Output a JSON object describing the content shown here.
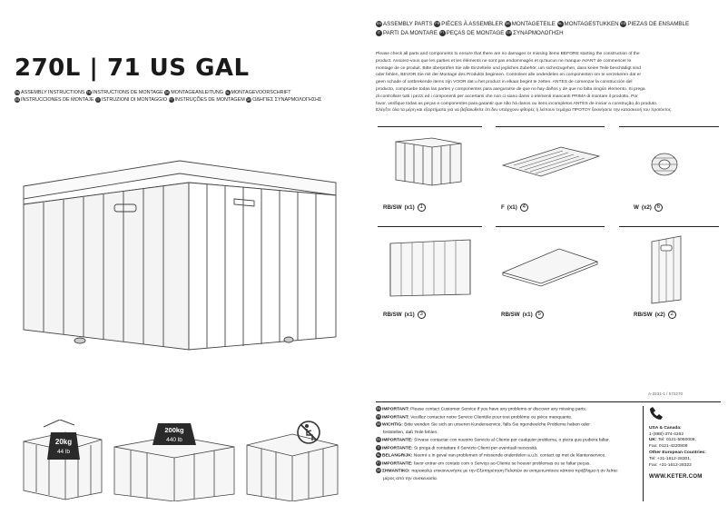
{
  "title": "270L | 71 US GAL",
  "assembly_instructions": [
    [
      {
        "code": "EN",
        "text": "ASSEMBLY INSTRUCTIONS"
      },
      {
        "code": "FR",
        "text": "INSTRUCTIONS DE MONTAGE"
      },
      {
        "code": "DE",
        "text": "MONTAGEANLEITUNG"
      },
      {
        "code": "NL",
        "text": "MONTAGEVOORSCHRIFT"
      }
    ],
    [
      {
        "code": "ES",
        "text": "INSTRUCCIONES DE MONTAJE"
      },
      {
        "code": "IT",
        "text": "ISTRUZIONI DI MONTAGGIO"
      },
      {
        "code": "PT",
        "text": "INSTRUÇÕES DE MONTAGEM"
      },
      {
        "code": "GR",
        "text": "ΟΔΗΓΙΕΣ ΣΥΝΑΡΜΟΛΟΓΗΣΗΣ"
      }
    ]
  ],
  "parts_header": [
    [
      {
        "code": "EN",
        "text": "ASSEMBLY PARTS"
      },
      {
        "code": "FR",
        "text": "PIÈCES À ASSEMBLER"
      },
      {
        "code": "DE",
        "text": "MONTAGETEILE"
      },
      {
        "code": "NL",
        "text": "MONTAGESTUKKEN"
      },
      {
        "code": "ES",
        "text": "PIEZAS DE ENSAMBLE"
      }
    ],
    [
      {
        "code": "IT",
        "text": "PARTI DA MONTARE"
      },
      {
        "code": "PT",
        "text": "PEÇAS DE MONTAGE"
      },
      {
        "code": "GR",
        "text": "ΣΥΝΑΡΜΟΛΟΓΗΣΗ"
      }
    ]
  ],
  "notice_lines": [
    "Please check all parts and components to ensure that there are no damages or missing items BEFORE starting the construction of the",
    "product. Assurez-vous que les parties et les éléments ne sont pas endommagés et qu'aucun ne manque AVANT de commencer le",
    "montage de ce produit. Bitte überprüfen Sie alle Einzelteile und jegliches Zubehör, um sicherzugehen, dass keine Teile beschädigt sind",
    "oder fehlen, BEVOR Sie mit der Montage des Produkts beginnen. Controleer alle onderdelen en componenten om te verzekeren dat er",
    "geen schade of ontbrekende items zijn VOOR dat u het product in elkaar begint te zetten. ANTES de comenzar la construcción del",
    "producto, compruebe todas las partes y componentes para asegurarse de que no hay daños y de que no falta ningún elemento. Si prega",
    "di controllare tutti i pezzi ed i componenti per accertarsi che non ci siano danni o elementi mancanti PRIMA di montare il prodotto. Por",
    "favor, verifique todas as peças e componentes para garantir que não há danos ou itens incompletos ANTES de iniciar a construção do produto.",
    "Ελέγξτε όλα τα μέρη και εξαρτήματα για να βεβαιωθείτε ότι δεν υπάρχουν φθορές ή λείπουν τεμάχια ΠΡΟΤΟΥ ξεκινήσετε την κατασκευή του προϊόντος."
  ],
  "parts": [
    {
      "code": "RB/SW",
      "qty": "(x1)",
      "num": "1"
    },
    {
      "code": "F",
      "qty": "(x1)",
      "num": "4"
    },
    {
      "code": "W",
      "qty": "(x2)",
      "num": "6"
    },
    {
      "code": "RB/SW",
      "qty": "(x1)",
      "num": "3"
    },
    {
      "code": "RB/SW",
      "qty": "(x1)",
      "num": "5"
    },
    {
      "code": "RB/SW",
      "qty": "(x2)",
      "num": "2"
    }
  ],
  "reference": "A-2231-1 / 572270",
  "weights": {
    "load_small_kg": "20kg",
    "load_small_lb": "44 lb",
    "load_large_kg": "200kg",
    "load_large_lb": "440 lb"
  },
  "important": [
    {
      "code": "EN",
      "label": "IMPORTANT:",
      "text": "Please contact Customer Service if you have any problems or discover any missing parts."
    },
    {
      "code": "FR",
      "label": "IMPORTANT:",
      "text": "Veuillez contacter notre Service Clientèle pour tout problème ou pièce manquante."
    },
    {
      "code": "DE",
      "label": "WICHTIG:",
      "text": "Bitte wenden Sie sich an unseren Kundenservice, falls Sie irgendwelche Probleme haben oder"
    },
    {
      "code": "",
      "label": "",
      "text": "feststellen, daß Teile fehlen."
    },
    {
      "code": "ES",
      "label": "IMPORTANTE:",
      "text": "Sírvase contactar con nuestro Servicio al Cliente por cualquier problema, o pieza que pudiera faltar."
    },
    {
      "code": "IT",
      "label": "IMPORTANTE:",
      "text": "Si prega di contattare il Servizio Clienti per eventuali necessità."
    },
    {
      "code": "NL",
      "label": "BELANGRIJK:",
      "text": "Neemt u in geval van problemen of missende onderdelen a.u.b. contact op met de klantenservice."
    },
    {
      "code": "PT",
      "label": "IMPORTANTE:",
      "text": "favor entrar em contato com o Serviço ao Cliente se houver problemas ou se faltar peças."
    },
    {
      "code": "GR",
      "label": "ΣΗΜΑΝΤΙΚΟ:",
      "text": "παρακαλώ επικοινωνήστε με την Εξυπηρέτηση Πελατών αν αντιμετωπίσετε κάποιο πρόβλημα ή αν λείπει"
    },
    {
      "code": "",
      "label": "",
      "text": "μέρος από την συσκευασία."
    }
  ],
  "contact": {
    "usa_title": "USA & Canada:",
    "usa_phone": "1-(888)-374-4262",
    "uk_label": "UK:",
    "uk_tel": "Tel: 0121-5060008,",
    "uk_fax": "Fax: 0121-4220808",
    "other_title": "Other European Countries:",
    "other_tel": "Tel: +31-1612-28301,",
    "other_fax": "Fax: +31-1612-28322",
    "website": "WWW.KETER.COM"
  },
  "icon_names": [
    "phone-icon",
    "no-sitting-icon",
    "language-flag-icon"
  ]
}
